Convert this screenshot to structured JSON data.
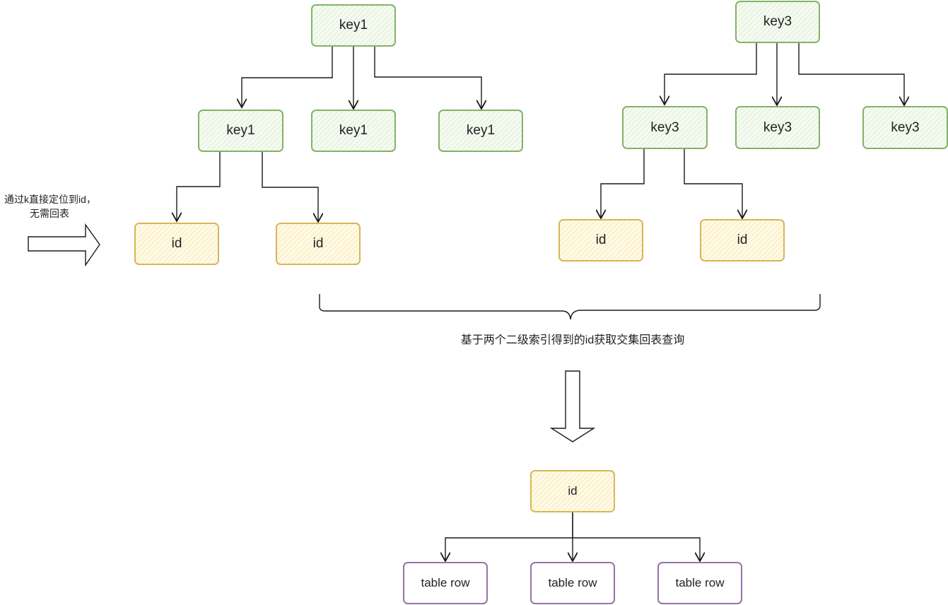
{
  "diagram": {
    "left_tree": {
      "root": {
        "label": "key1"
      },
      "children": [
        {
          "label": "key1"
        },
        {
          "label": "key1"
        },
        {
          "label": "key1"
        }
      ],
      "leaves": [
        {
          "label": "id"
        },
        {
          "label": "id"
        }
      ]
    },
    "right_tree": {
      "root": {
        "label": "key3"
      },
      "children": [
        {
          "label": "key3"
        },
        {
          "label": "key3"
        },
        {
          "label": "key3"
        }
      ],
      "leaves": [
        {
          "label": "id"
        },
        {
          "label": "id"
        }
      ]
    },
    "side_note": {
      "line1": "通过k直接定位到id，",
      "line2": "无需回表"
    },
    "brace_caption": "基于两个二级索引得到的id获取交集回表查询",
    "result_id": {
      "label": "id"
    },
    "table_rows": [
      {
        "label": "table row"
      },
      {
        "label": "table row"
      },
      {
        "label": "table row"
      }
    ]
  },
  "colors": {
    "green_stroke": "#82b366",
    "yellow_stroke": "#d6b656",
    "purple_stroke": "#9673a6",
    "line": "#1a1a1a"
  }
}
